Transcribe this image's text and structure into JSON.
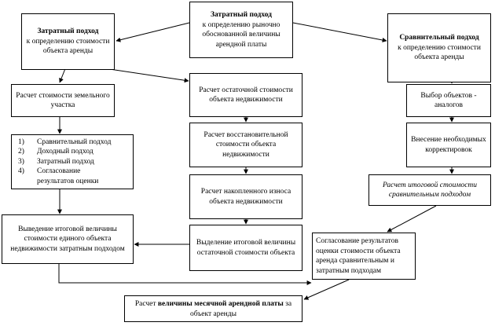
{
  "boxes": {
    "root": {
      "bold": "Затратный подход",
      "text": "к определению рыночно обоснованной величины арендной платы"
    },
    "cost_approach": {
      "bold": "Затратный подход",
      "text": "к определению стоимости объекта аренды"
    },
    "comparative_approach": {
      "bold": "Сравнительный подход",
      "text": "к определению стоимости объекта аренды"
    },
    "land_value": {
      "text": "Расчет стоимости земельного участка"
    },
    "residual_value": {
      "text": "Расчет остаточной стоимости объекта недвижимости"
    },
    "select_analogs": {
      "text": "Выбор объектов - аналогов"
    },
    "methods_list": {
      "items": [
        {
          "num": "1)",
          "text": "Сравнительный подход"
        },
        {
          "num": "2)",
          "text": "Доходный подход"
        },
        {
          "num": "3)",
          "text": "Затратный подход"
        },
        {
          "num": "4)",
          "text": "Согласование"
        }
      ],
      "continuation": "результатов оценки"
    },
    "replacement_value": {
      "text": "Расчет восстановительной стоимости объекта недвижимости"
    },
    "adjustments": {
      "text": "Внесение необходимых корректировок"
    },
    "depreciation": {
      "text": "Расчет накопленного износа объекта недвижимости"
    },
    "comparative_total": {
      "text": "Расчет итоговой стоимости сравнительным подходом"
    },
    "cost_total": {
      "text": "Выведение итоговой величины стоимости единого объекта недвижимости затратным подходом"
    },
    "residual_total": {
      "text": "Выделение итоговой величины остаточной стоимости объекта"
    },
    "reconciliation": {
      "text": "Согласование результатов оценки стоимости объекта аренда сравнительным и затратным подходам"
    },
    "final": {
      "prefix": "Расчет",
      "bold": "величины месячной арендной платы",
      "suffix": "за объект аренды"
    }
  }
}
